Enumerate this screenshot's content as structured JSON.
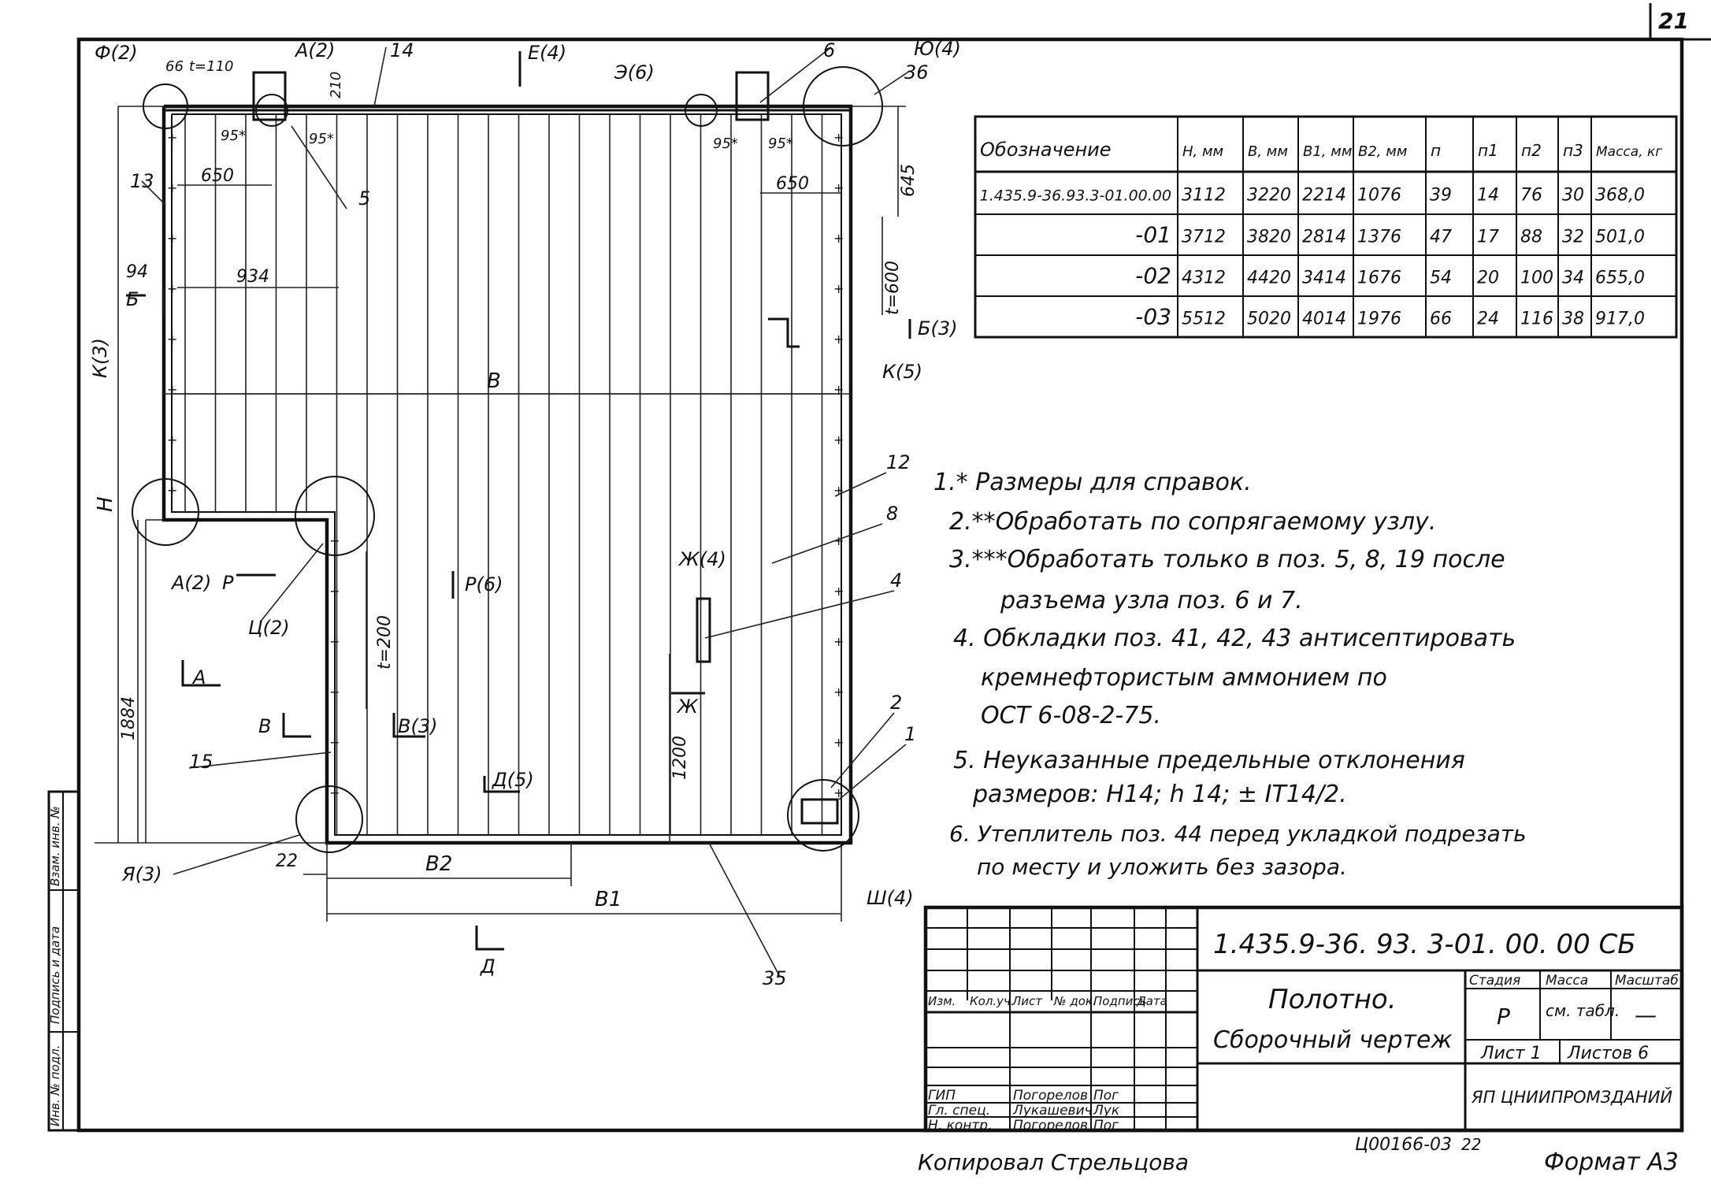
{
  "sheet_no": "21",
  "table": {
    "headers": [
      "Обозначение",
      "Н, мм",
      "В, мм",
      "В1, мм",
      "В2, мм",
      "п",
      "п1",
      "п2",
      "п3",
      "Масса, кг"
    ],
    "rows": [
      [
        "1.435.9-36.93.3-01.00.00",
        "3112",
        "3220",
        "2214",
        "1076",
        "39",
        "14",
        "76",
        "30",
        "368,0"
      ],
      [
        "-01",
        "3712",
        "3820",
        "2814",
        "1376",
        "47",
        "17",
        "88",
        "32",
        "501,0"
      ],
      [
        "-02",
        "4312",
        "4420",
        "3414",
        "1676",
        "54",
        "20",
        "100",
        "34",
        "655,0"
      ],
      [
        "-03",
        "5512",
        "5020",
        "4014",
        "1976",
        "66",
        "24",
        "116",
        "38",
        "917,0"
      ]
    ]
  },
  "notes": [
    "1.* Размеры для справок.",
    "2.**Обработать по сопрягаемому узлу.",
    "3.***Обработать только в поз. 5, 8, 19 после",
    "разъема узла поз. 6 и 7.",
    "4. Обкладки поз. 41, 42, 43 антисептировать",
    "кремнефтористым аммонием по",
    "ОСТ 6-08-2-75.",
    "5. Неуказанные предельные отклонения",
    "размеров: Н14; h 14; ± IT14/2.",
    "6. Утеплитель поз. 44 перед укладкой подрезать",
    "по месту и уложить без зазора."
  ],
  "title_block": {
    "designation": "1.435.9-36. 93. 3-01. 00. 00 СБ",
    "name_line1": "Полотно.",
    "name_line2": "Сборочный чертеж",
    "stage_label": "Стадия",
    "mass_label": "Масса",
    "scale_label": "Масштаб",
    "stage": "Р",
    "mass": "см. табл.",
    "scale": "—",
    "sheet": "Лист 1",
    "sheets": "Листов 6",
    "org": "ЯП ЦНИИПРОМЗДАНИЙ",
    "col_headers": [
      "Изм.",
      "Кол.уч.",
      "Лист",
      "№ док.",
      "Подпись",
      "Дата"
    ],
    "roles": [
      {
        "role": "ГИП",
        "name": "Погорелов",
        "sign": "Пог"
      },
      {
        "role": "Гл. спец.",
        "name": "Лукашевич",
        "sign": "Лук"
      },
      {
        "role": "Н. контр.",
        "name": "Погорелов",
        "sign": "Пог"
      }
    ]
  },
  "side_stamp": [
    "Инв. № подл.",
    "Подпись и дата",
    "Взам. инв. №"
  ],
  "footer": {
    "copied": "Копировал Стрельцова",
    "code": "Ц00166-03",
    "page": "22",
    "format": "Формат А3"
  },
  "drawing_labels": {
    "callouts": [
      "Ф(2)",
      "А(2)",
      "Е(4)",
      "Э(6)",
      "Ю(4)",
      "К(3)",
      "Б",
      "Б(3)",
      "К(5)",
      "А(2)",
      "Р",
      "Ц(2)",
      "Р(6)",
      "Ж(4)",
      "Ж",
      "А",
      "В",
      "В(3)",
      "Д(5)",
      "Я(3)",
      "Ш(4)",
      "Д"
    ],
    "positions": [
      "14",
      "6",
      "36",
      "5",
      "13",
      "12",
      "8",
      "4",
      "2",
      "1",
      "15",
      "35"
    ],
    "dims": [
      "66",
      "t=110",
      "210",
      "95*",
      "95*",
      "650",
      "95*",
      "95*",
      "650",
      "645",
      "t=600",
      "94",
      "934",
      "В",
      "Н",
      "t=200",
      "1884",
      "1200",
      "22",
      "В2",
      "В1"
    ]
  }
}
